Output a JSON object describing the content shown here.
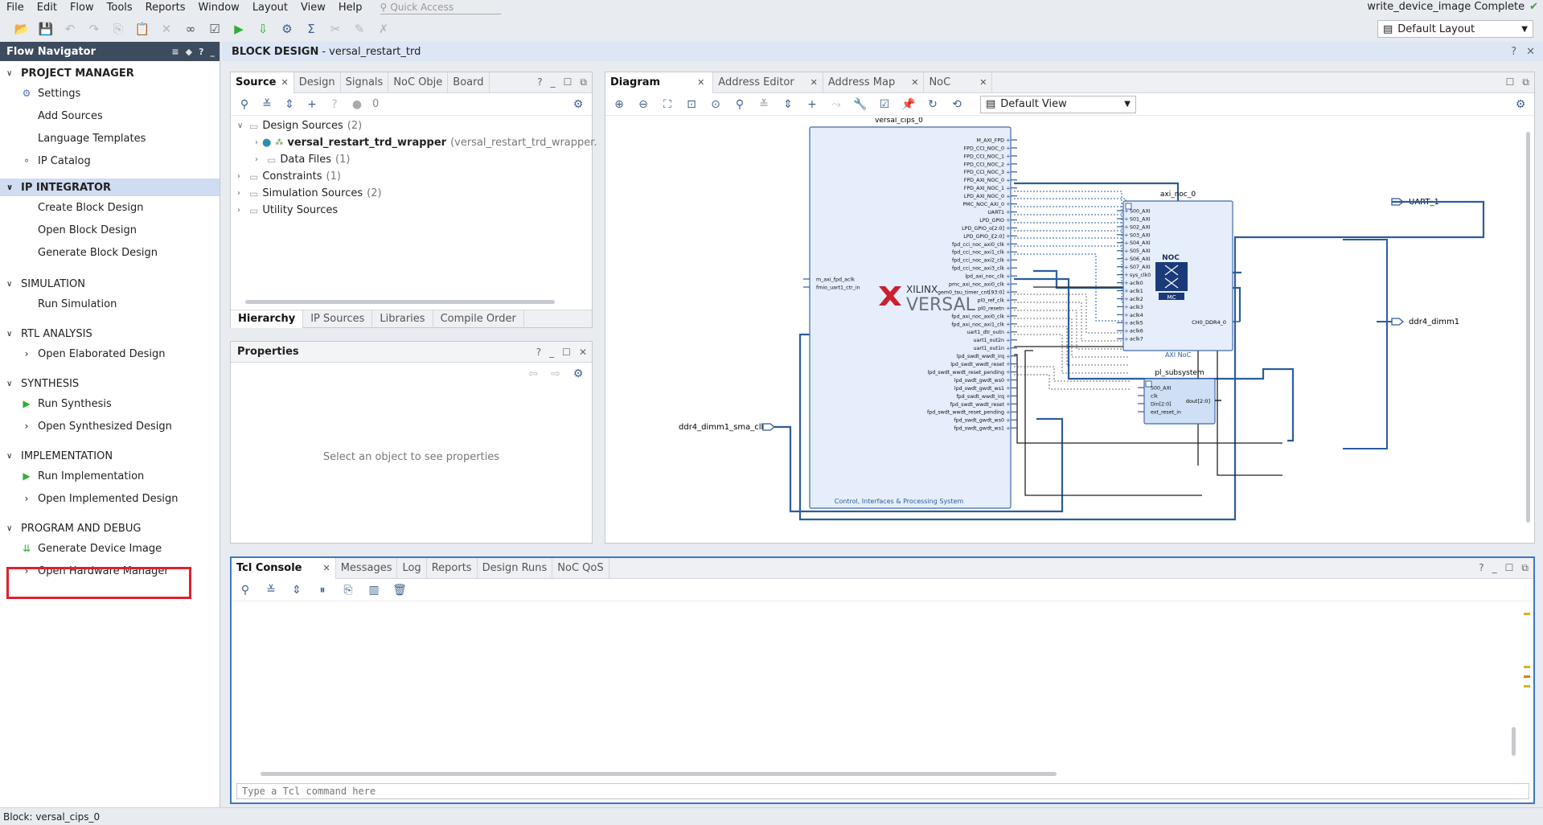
{
  "menu": [
    "File",
    "Edit",
    "Flow",
    "Tools",
    "Reports",
    "Window",
    "Layout",
    "View",
    "Help"
  ],
  "quick_access": "Quick Access",
  "status_top": "write_device_image Complete",
  "layout_select": "Default Layout",
  "flow_nav": {
    "title": "Flow Navigator",
    "sections": [
      {
        "title": "PROJECT MANAGER",
        "items": [
          "Settings",
          "Add Sources",
          "Language Templates",
          "IP Catalog"
        ]
      },
      {
        "title": "IP INTEGRATOR",
        "items": [
          "Create Block Design",
          "Open Block Design",
          "Generate Block Design"
        ]
      },
      {
        "title": "SIMULATION",
        "items": [
          "Run Simulation"
        ]
      },
      {
        "title": "RTL ANALYSIS",
        "items": [
          "Open Elaborated Design"
        ]
      },
      {
        "title": "SYNTHESIS",
        "items": [
          "Run Synthesis",
          "Open Synthesized Design"
        ]
      },
      {
        "title": "IMPLEMENTATION",
        "items": [
          "Run Implementation",
          "Open Implemented Design"
        ]
      },
      {
        "title": "PROGRAM AND DEBUG",
        "items": [
          "Generate Device Image",
          "Open Hardware Manager"
        ]
      }
    ]
  },
  "main_header": {
    "prefix": "BLOCK DESIGN",
    "name": "- versal_restart_trd"
  },
  "sources": {
    "tabs": [
      "Source",
      "Design",
      "Signals",
      "NoC Obje",
      "Board"
    ],
    "count": "0",
    "tree": {
      "design_sources": "Design Sources",
      "design_sources_count": "(2)",
      "wrapper": "versal_restart_trd_wrapper",
      "wrapper_detail": "(versal_restart_trd_wrapper.",
      "data_files": "Data Files",
      "data_files_count": "(1)",
      "constraints": "Constraints",
      "constraints_count": "(1)",
      "sim_sources": "Simulation Sources",
      "sim_sources_count": "(2)",
      "utility": "Utility Sources"
    },
    "bottom_tabs": [
      "Hierarchy",
      "IP Sources",
      "Libraries",
      "Compile Order"
    ]
  },
  "properties": {
    "title": "Properties",
    "empty": "Select an object to see properties"
  },
  "diagram": {
    "tabs": [
      "Diagram",
      "Address Editor",
      "Address Map",
      "NoC"
    ],
    "view_select": "Default View",
    "cips": {
      "name": "versal_cips_0",
      "footer": "Control, Interfaces & Processing System",
      "brand_top": "XILINX",
      "brand_bottom": "VERSAL",
      "left_ports": [
        "m_axi_fpd_aclk",
        "fmio_uart1_ctr_in"
      ],
      "right_ports": [
        "M_AXI_FPD",
        "FPD_CCI_NOC_0",
        "FPD_CCI_NOC_1",
        "FPD_CCI_NOC_2",
        "FPD_CCI_NOC_3",
        "FPD_AXI_NOC_0",
        "FPD_AXI_NOC_1",
        "LPD_AXI_NOC_0",
        "PMC_NOC_AXI_0",
        "UART1",
        "LPD_GPIO",
        "LPD_GPIO_o[2:0]",
        "LPD_GPIO_i[2:0]",
        "fpd_cci_noc_axi0_clk",
        "fpd_cci_noc_axi1_clk",
        "fpd_cci_noc_axi2_clk",
        "fpd_cci_noc_axi3_clk",
        "lpd_axi_noc_clk",
        "pmc_axi_noc_axi0_clk",
        "gem0_tsu_timer_cnt[93:0]",
        "pl0_ref_clk",
        "pl0_resetn",
        "fpd_axi_noc_axi0_clk",
        "fpd_axi_noc_axi1_clk",
        "uart1_dtr_outn",
        "uart1_out2n",
        "uart1_out1n",
        "lpd_swdt_wwdt_irq",
        "lpd_swdt_wwdt_reset",
        "lpd_swdt_wwdt_reset_pending",
        "lpd_swdt_gwdt_ws0",
        "lpd_swdt_gwdt_ws1",
        "fpd_swdt_wwdt_irq",
        "fpd_swdt_wwdt_reset",
        "fpd_swdt_wwdt_reset_pending",
        "fpd_swdt_gwdt_ws0",
        "fpd_swdt_gwdt_ws1"
      ]
    },
    "noc": {
      "name": "axi_noc_0",
      "footer": "AXI NoC",
      "label": "NOC",
      "mc": "MC",
      "left_ports": [
        "S00_AXI",
        "S01_AXI",
        "S02_AXI",
        "S03_AXI",
        "S04_AXI",
        "S05_AXI",
        "S06_AXI",
        "S07_AXI",
        "sys_clk0",
        "aclk0",
        "aclk1",
        "aclk2",
        "aclk3",
        "aclk4",
        "aclk5",
        "aclk6",
        "aclk7"
      ],
      "right_port": "CH0_DDR4_0"
    },
    "pl": {
      "name": "pl_subsystem",
      "left_ports": [
        "S00_AXI",
        "clk",
        "Din[2:0]",
        "ext_reset_in"
      ],
      "right_port": "dout[2:0]"
    },
    "ext_ports": {
      "uart": "UART_1",
      "ddr": "ddr4_dimm1",
      "clk": "ddr4_dimm1_sma_clk"
    }
  },
  "tcl": {
    "tabs": [
      "Tcl Console",
      "Messages",
      "Log",
      "Reports",
      "Design Runs",
      "NoC QoS"
    ],
    "input_placeholder": "Type a Tcl command here"
  },
  "statusbar": "Block: versal_cips_0"
}
